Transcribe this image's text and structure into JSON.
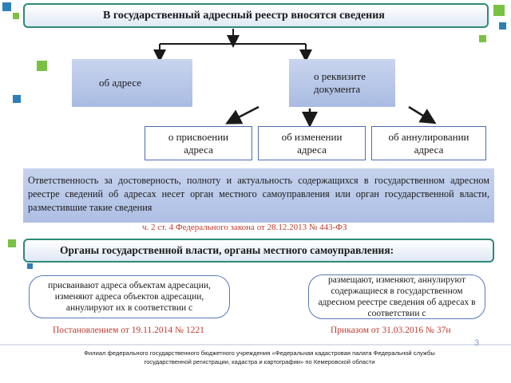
{
  "header": {
    "title": "В государственный адресный реестр вносятся сведения"
  },
  "nodes": {
    "address": "об адресе",
    "document": "о реквизите документа",
    "assignment": "о присвоении адреса",
    "change": "об изменении адреса",
    "annulment": "об аннулировании адреса"
  },
  "responsibility": {
    "text": "Ответственность за достоверность, полноту и актуальность содержащихся в государственном адресном реестре сведений об адресах несет орган местного самоуправления или орган государственной власти, разместившие такие сведения",
    "law_ref": "ч. 2 ст. 4 Федерального закона от 28.12.2013 № 443-ФЗ"
  },
  "authorities": {
    "title": "Органы государственной власти, органы местного самоуправления:",
    "left_bubble": "присваивают адреса объектам адресации, изменяют адреса объектов адресации, аннулируют их в соответствии с",
    "right_bubble": "размещают, изменяют, аннулируют содержащиеся в государственном адресном реестре сведения об адресах в соответствии с",
    "left_ref": "Постановлением от 19.11.2014 № 1221",
    "right_ref": "Приказом от 31.03.2016 № 37н"
  },
  "footer": {
    "text": "Филиал федерального государственного бюджетного учреждения «Федеральная кадастровая палата Федеральной службы государственной регистрации, кадастра и картографии» по Кемеровской области",
    "page_number": "3"
  },
  "colors": {
    "accent_green": "#7ac143",
    "accent_teal": "#2d8a74",
    "box_blue": "#b5c6e8",
    "reference_red": "#c0392b"
  }
}
